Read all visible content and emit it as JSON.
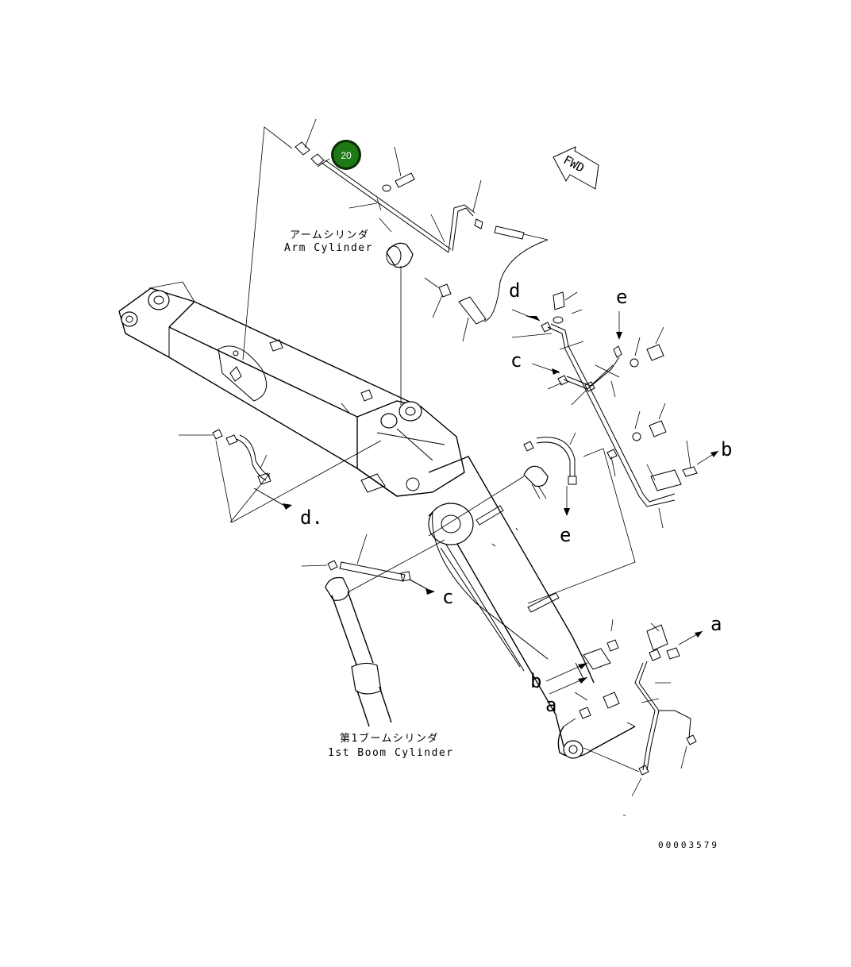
{
  "callout": {
    "number": "20",
    "color": "#1e7a14",
    "ring": "#0b2a06"
  },
  "fwd_label": "FWD",
  "labels": {
    "arm_cylinder_jp": "アームシリンダ",
    "arm_cylinder_en": "Arm Cylinder",
    "boom_cylinder_jp": "第1ブームシリンダ",
    "boom_cylinder_en": "1st Boom Cylinder"
  },
  "refs": {
    "d_top": "d",
    "e_top": "e",
    "c_top": "c",
    "b_right": "b",
    "d_left": "d.",
    "e_mid": "e",
    "c_mid": "c",
    "a_right": "a",
    "b_low": "b",
    "a_low": "a"
  },
  "doc_number": "00003579"
}
